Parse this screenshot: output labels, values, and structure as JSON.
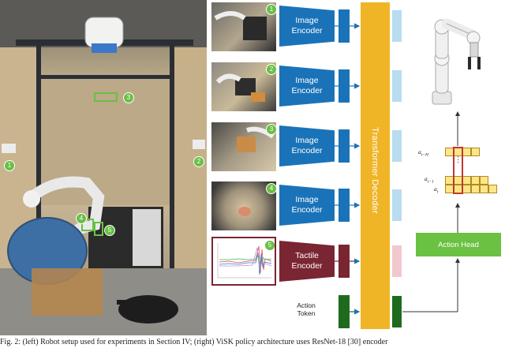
{
  "left_photo": {
    "badges": [
      "1",
      "2",
      "3",
      "4",
      "5"
    ]
  },
  "thumbnails": [
    {
      "badge": "1"
    },
    {
      "badge": "2"
    },
    {
      "badge": "3"
    },
    {
      "badge": "4"
    },
    {
      "badge": "5"
    }
  ],
  "encoders": [
    {
      "label": "Image\nEncoder",
      "color": "#1a73b8"
    },
    {
      "label": "Image\nEncoder",
      "color": "#1a73b8"
    },
    {
      "label": "Image\nEncoder",
      "color": "#1a73b8"
    },
    {
      "label": "Image\nEncoder",
      "color": "#1a73b8"
    },
    {
      "label": "Tactile\nEncoder",
      "color": "#7a2532"
    }
  ],
  "action_token_label": "Action\nToken",
  "decoder_label": "Transformer Decoder",
  "action_head_label": "Action Head",
  "action_labels": {
    "top": "a",
    "top_sub": "t−H",
    "mid": "a",
    "mid_sub": "t−1",
    "bot": "a",
    "bot_sub": "t",
    "dots": "⋮"
  },
  "colors": {
    "encoder_blue": "#1a73b8",
    "tactile_red": "#7a2532",
    "decoder_yellow": "#f0b527",
    "head_green": "#6ac142",
    "token_green": "#1e6b1e",
    "output_light": "#b9dcef",
    "output_pink": "#f2c8cf"
  },
  "caption": "Fig. 2: (left) Robot setup used for experiments in Section IV; (right) ViSK policy architecture uses ResNet-18 [30] encoder"
}
